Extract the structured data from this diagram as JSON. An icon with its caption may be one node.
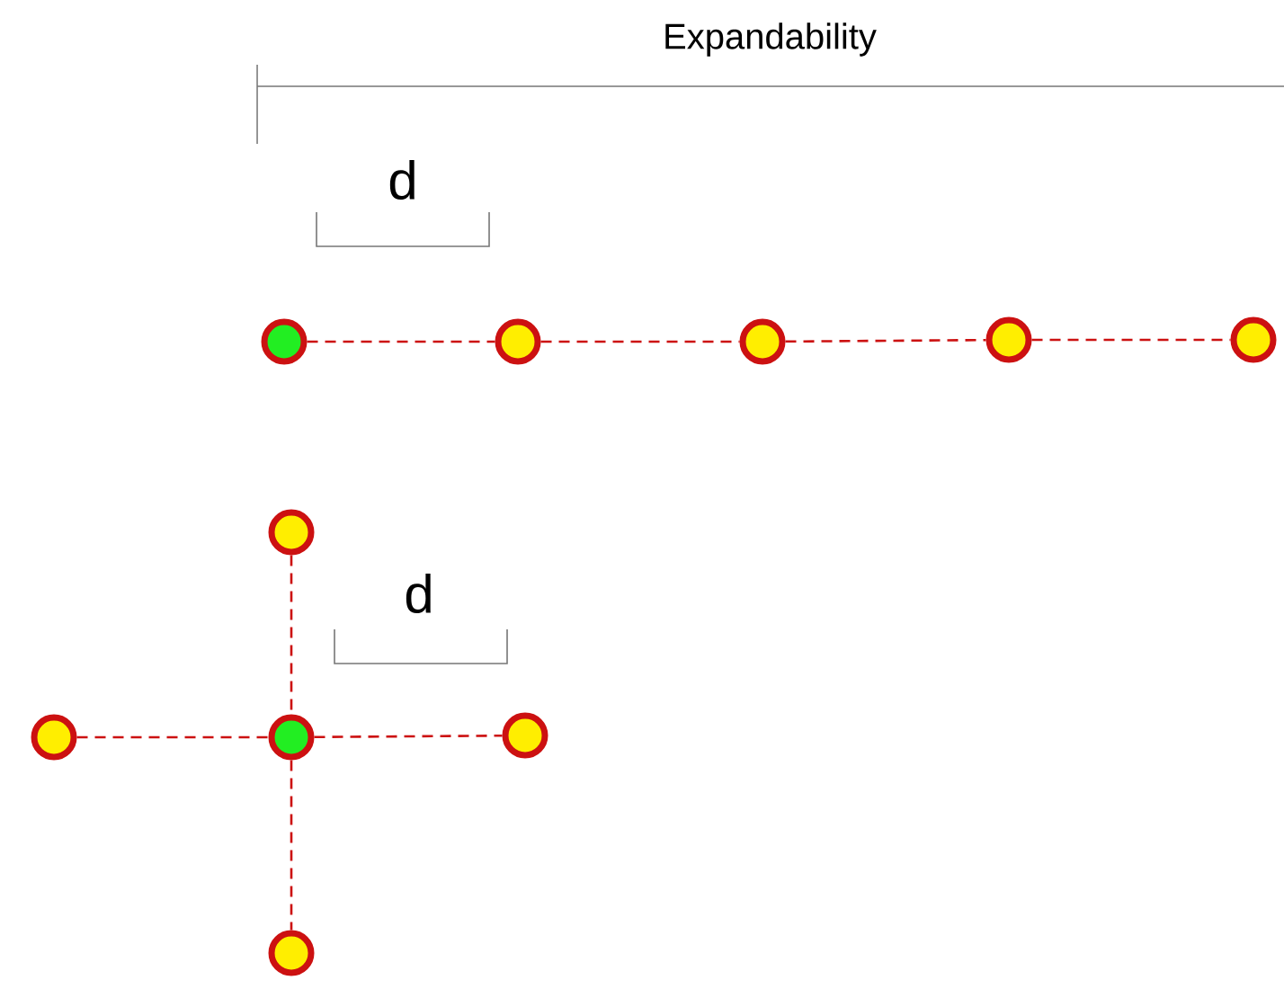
{
  "diagram": {
    "nodes": [
      {
        "text": [],
        "shape": "circle"
      },
      {
        "text": [],
        "shape": "circle"
      },
      {
        "text": [],
        "shape": "circle"
      },
      {
        "text": [],
        "shape": "circle"
      },
      {
        "text": [],
        "shape": "circle"
      },
      {
        "text": [],
        "shape": "circle"
      },
      {
        "text": [],
        "shape": "circle"
      },
      {
        "text": [],
        "shape": "circle"
      },
      {
        "text": [],
        "shape": "circle"
      },
      {
        "text": [],
        "shape": "circle"
      }
    ],
    "edges": [
      {
        "from": 0,
        "to": 1,
        "arrow": "none",
        "style": "dashed"
      },
      {
        "from": 1,
        "to": 2,
        "arrow": "none",
        "style": "dashed"
      },
      {
        "from": 2,
        "to": 3,
        "arrow": "none",
        "style": "dashed"
      },
      {
        "from": 3,
        "to": 4,
        "arrow": "none",
        "style": "dashed"
      },
      {
        "from": 5,
        "to": 7,
        "arrow": "none",
        "style": "dashed"
      },
      {
        "from": 6,
        "to": 7,
        "arrow": "none",
        "style": "dashed"
      },
      {
        "from": 7,
        "to": 8,
        "arrow": "none",
        "style": "dashed"
      },
      {
        "from": 7,
        "to": 9,
        "arrow": "none",
        "style": "dashed"
      }
    ],
    "labels": [
      "Expandability",
      "d",
      "d"
    ]
  }
}
